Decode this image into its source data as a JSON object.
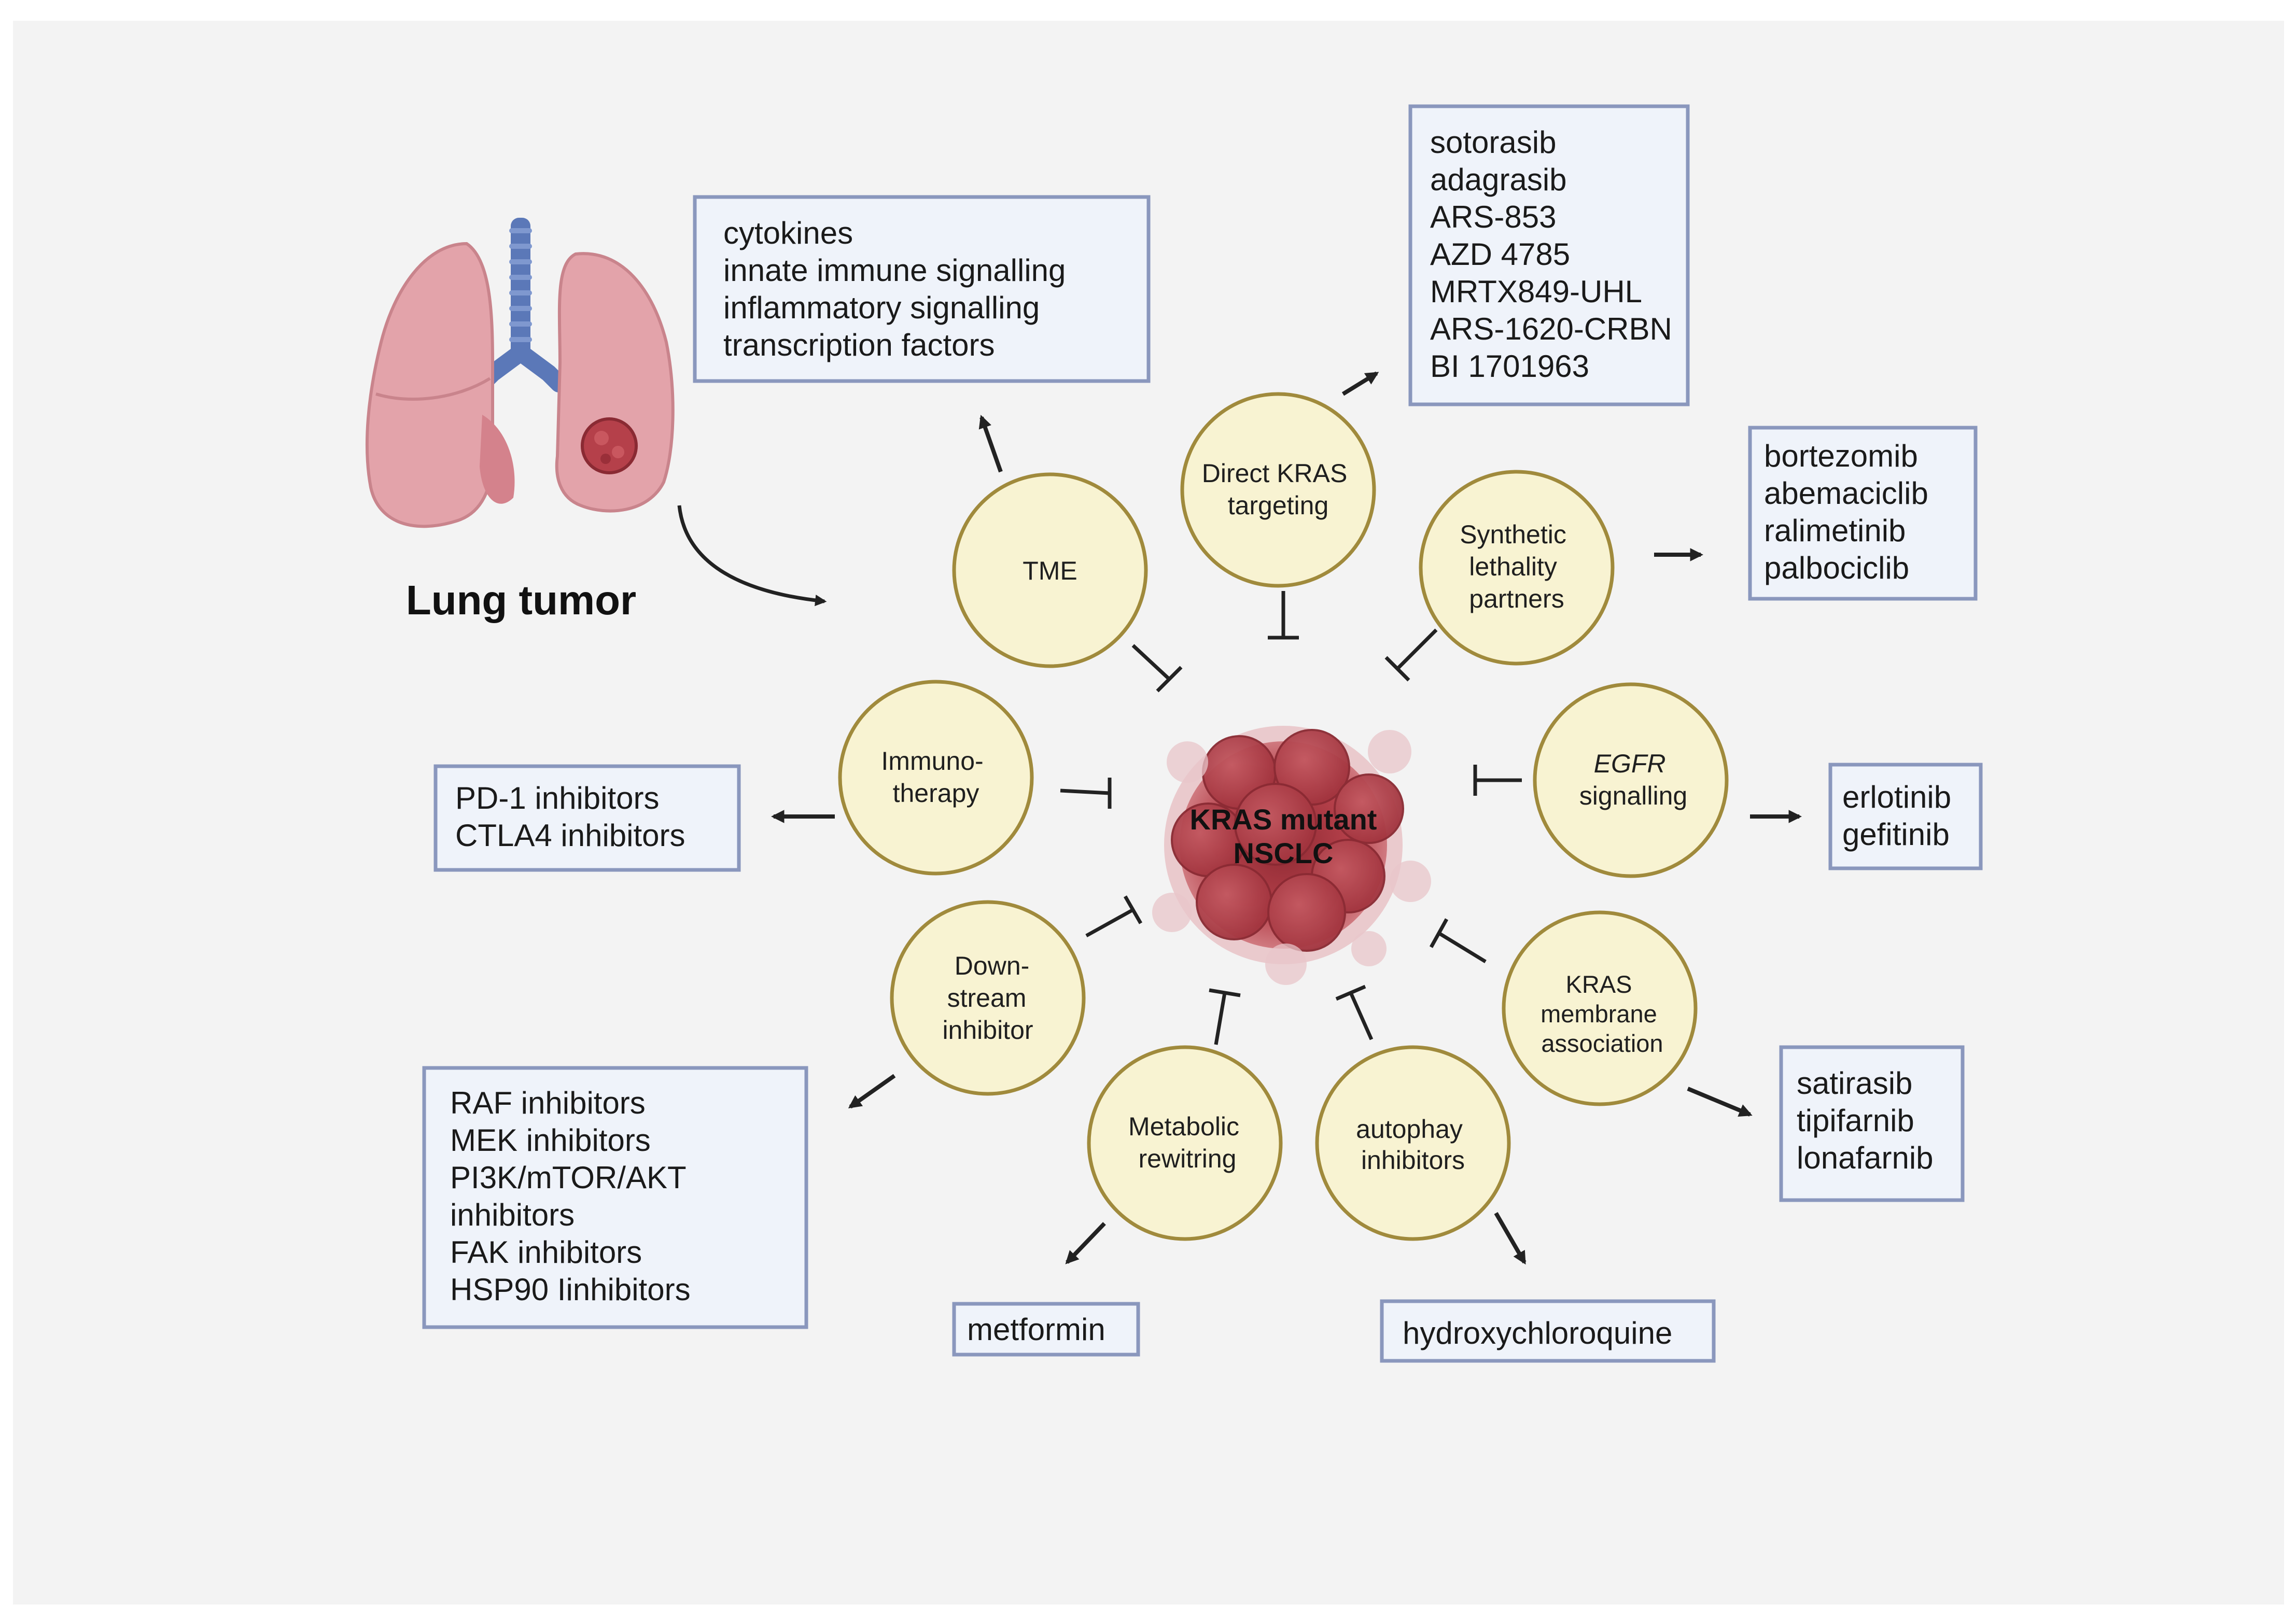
{
  "title": "Lung tumor",
  "center": {
    "line1": "KRAS mutant",
    "line2": "NSCLC"
  },
  "nodes": {
    "tme": {
      "lines": [
        "TME"
      ]
    },
    "direct": {
      "lines": [
        "Direct KRAS",
        "targeting"
      ]
    },
    "synthetic": {
      "lines": [
        "Synthetic",
        "lethality",
        "partners"
      ]
    },
    "egfr": {
      "lines": [
        "EGFR",
        "signalling"
      ]
    },
    "kras_membrane": {
      "lines": [
        "KRAS",
        "membrane",
        "association"
      ]
    },
    "autophagy": {
      "lines": [
        "autophay",
        "inhibitors"
      ]
    },
    "metabolic": {
      "lines": [
        "Metabolic",
        "rewitring"
      ]
    },
    "downstream": {
      "lines": [
        "Down-",
        "stream",
        "inhibitor"
      ]
    },
    "immuno": {
      "lines": [
        "Immuno-",
        "therapy"
      ]
    }
  },
  "boxes": {
    "tme": [
      "cytokines",
      "innate immune signalling",
      "inflammatory signalling",
      "transcription factors"
    ],
    "direct": [
      "sotorasib",
      "adagrasib",
      "ARS-853",
      "AZD 4785",
      "MRTX849-UHL",
      "ARS-1620-CRBN",
      "BI 1701963"
    ],
    "synthetic": [
      "bortezomib",
      "abemaciclib",
      "ralimetinib",
      "palbociclib"
    ],
    "egfr": [
      "erlotinib",
      "gefitinib"
    ],
    "kras_membrane": [
      "satirasib",
      "tipifarnib",
      "lonafarnib"
    ],
    "autophagy": [
      "hydroxychloroquine"
    ],
    "metabolic": [
      "metformin"
    ],
    "downstream": [
      "RAF inhibitors",
      "MEK inhibitors",
      "PI3K/mTOR/AKT",
      "inhibitors",
      "FAK inhibitors",
      "HSP90 Iinhibitors"
    ],
    "immuno": [
      "PD-1 inhibitors",
      "CTLA4 inhibitors"
    ]
  },
  "colors": {
    "background": "#f3f3f3",
    "circle_fill": "#f8f3d2",
    "circle_stroke": "#a08a3c",
    "box_fill": "#eff3fa",
    "box_stroke": "#8a97bd",
    "tumor": "#b5404a",
    "lung": "#e3a3aa",
    "trachea": "#5b78b8"
  }
}
